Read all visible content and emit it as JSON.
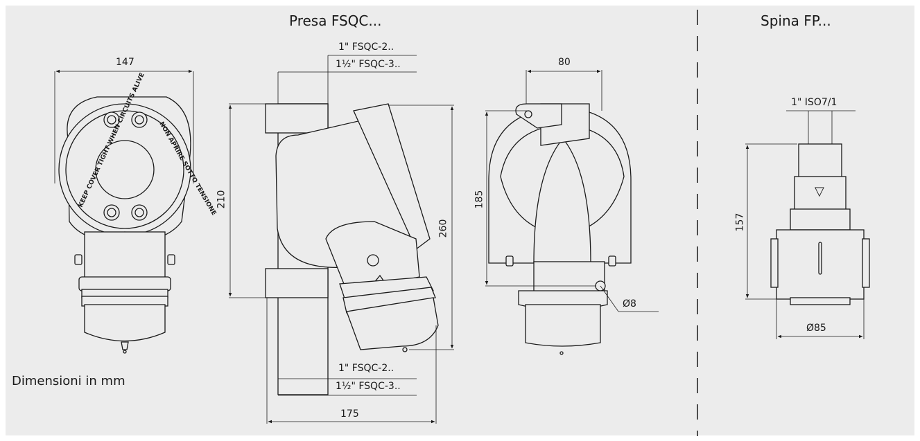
{
  "titles": {
    "left_view_group": "Presa FSQC...",
    "right_view_group": "Spina FP..."
  },
  "note": "Dimensioni in mm",
  "front_view": {
    "width_dim": "147",
    "cover_text_left": "KEEP COVER TIGHT WHEN CIRCUITS ALIVE",
    "cover_text_right": "NON APRIRE SOTTO TENSIONE"
  },
  "side_view": {
    "thread_top_1": "1\" FSQC-2..",
    "thread_top_2": "1½\" FSQC-3..",
    "thread_bottom_1": "1\" FSQC-2..",
    "thread_bottom_2": "1½\" FSQC-3..",
    "height_dim": "210",
    "total_height_dim": "260",
    "depth_dim": "175"
  },
  "rear_view": {
    "width_dim": "80",
    "height_dim": "185",
    "hole_dim": "Ø8"
  },
  "plug_view": {
    "thread_label": "1\" ISO7/1",
    "height_dim": "157",
    "diameter_dim": "Ø85",
    "triangle_glyph": "▽"
  }
}
